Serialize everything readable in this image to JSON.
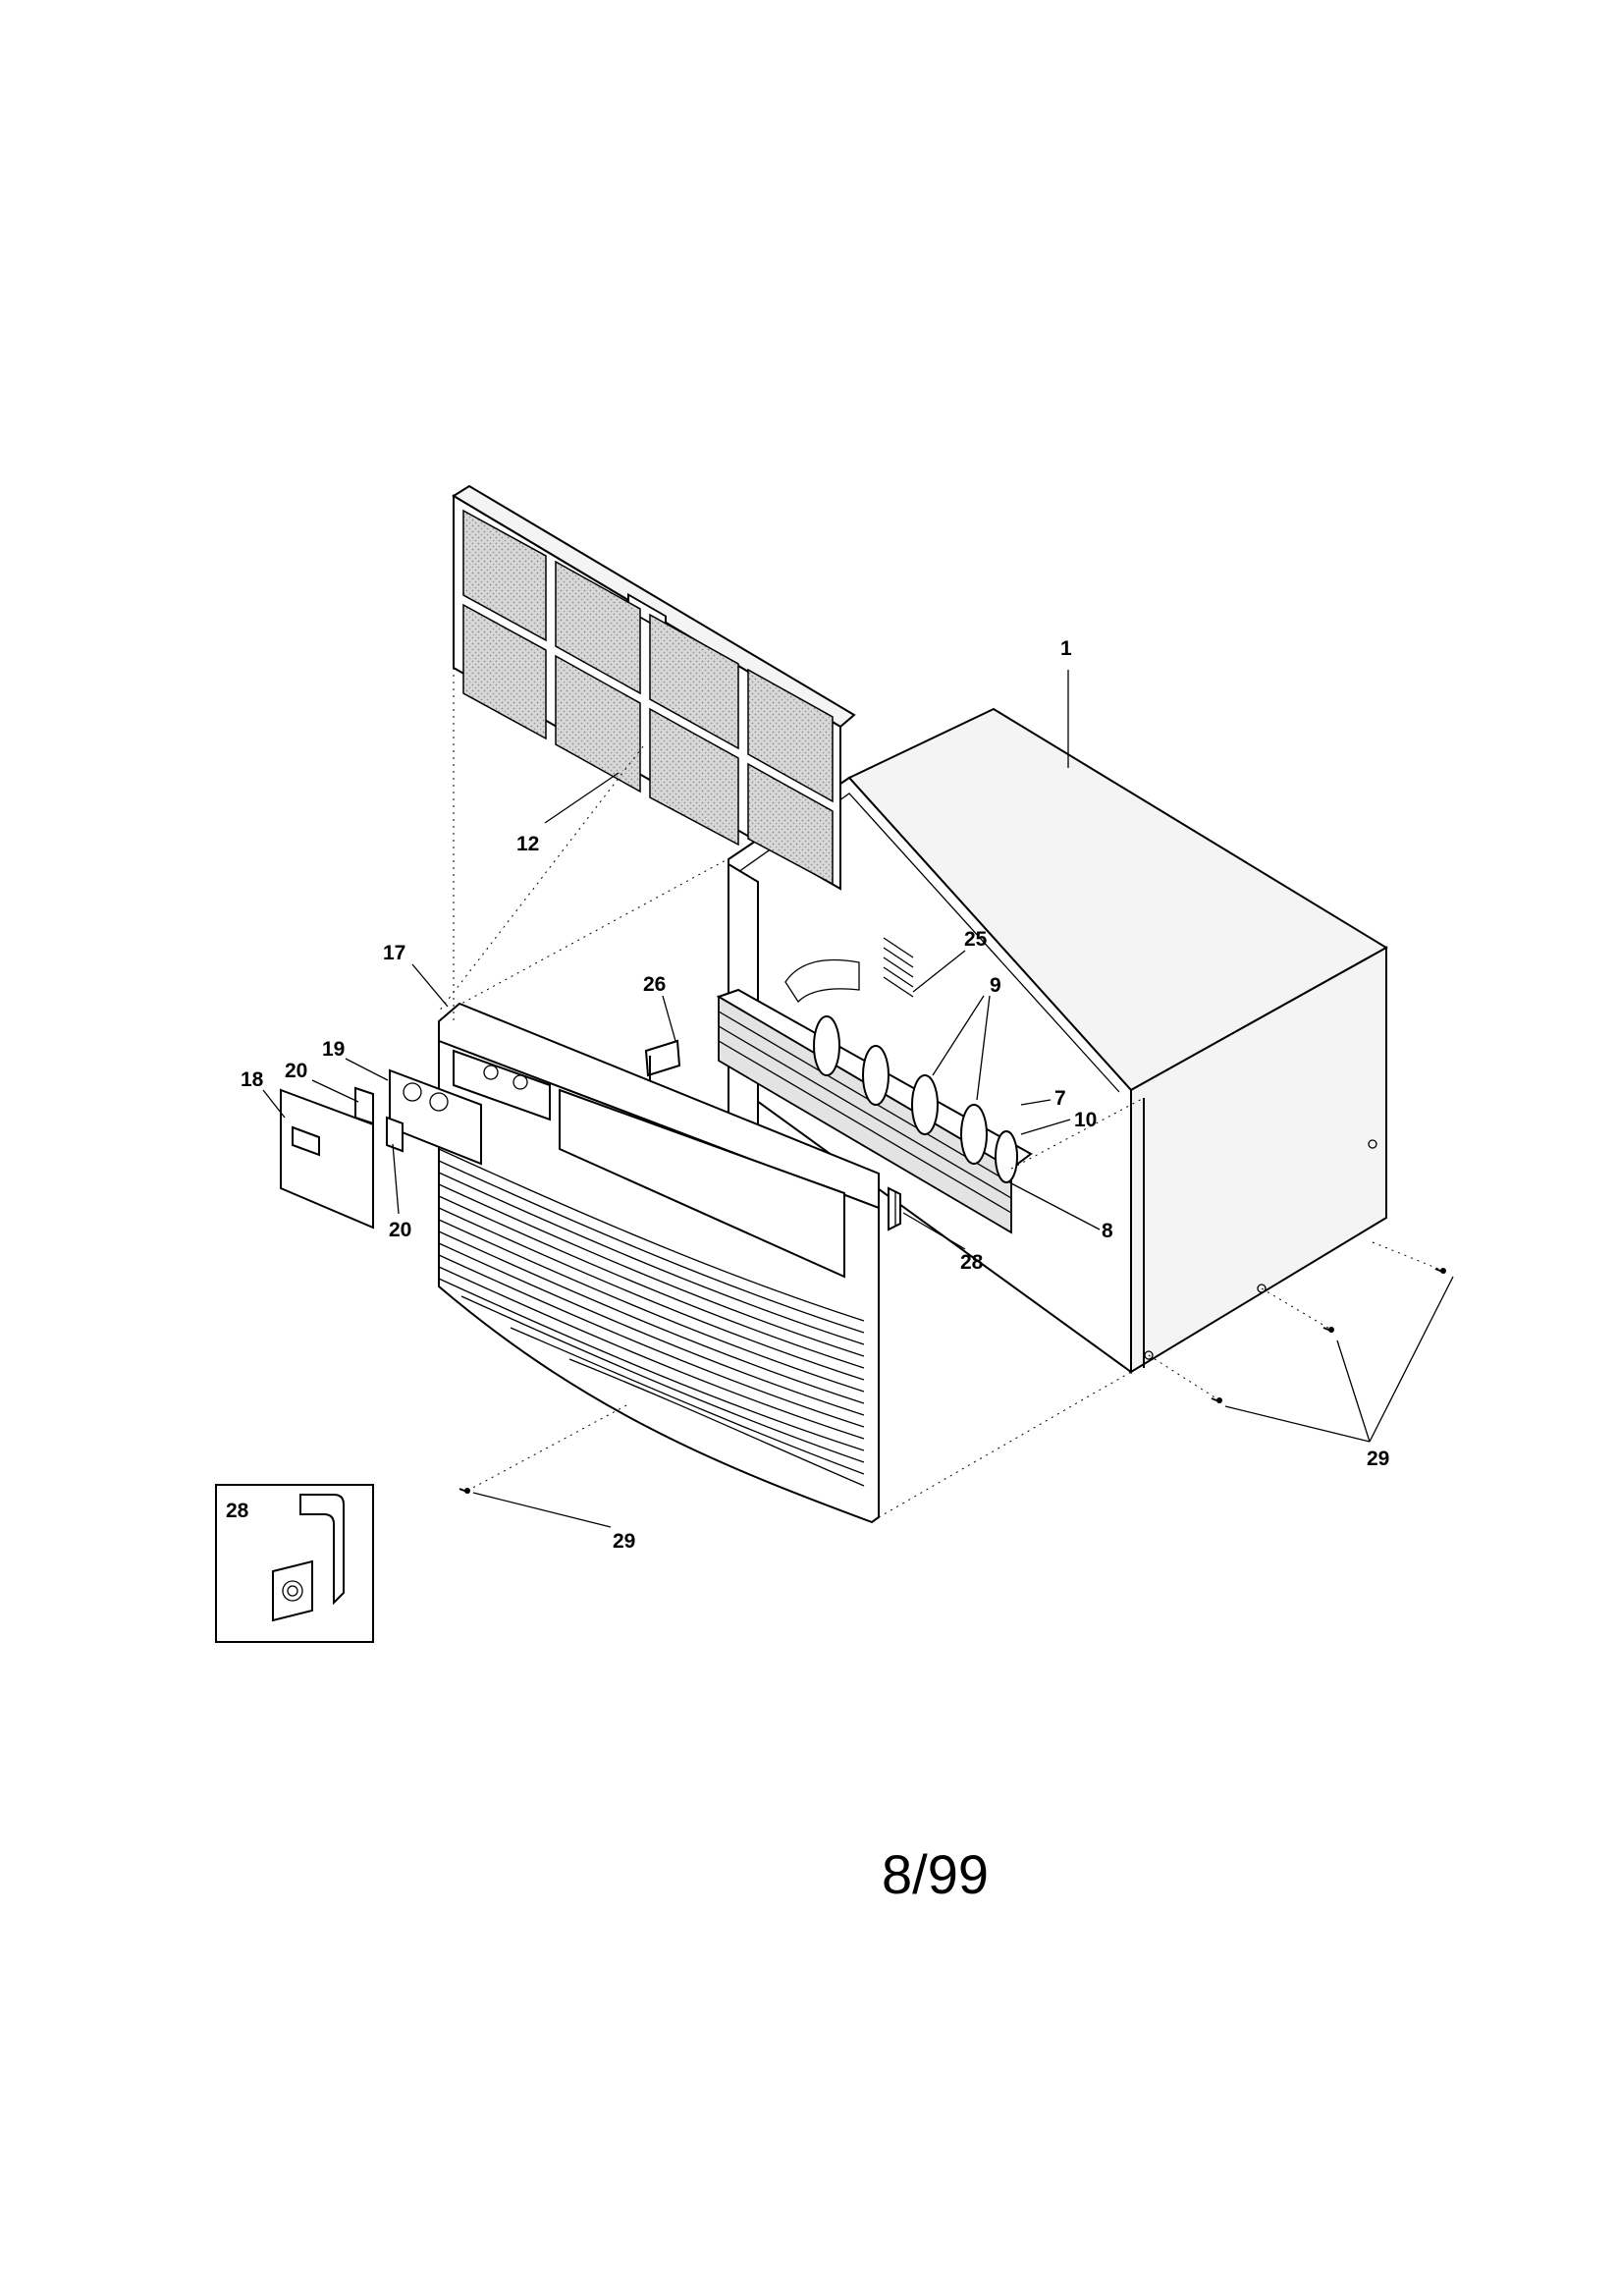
{
  "callouts": {
    "c1": "1",
    "c12": "12",
    "c25": "25",
    "c9": "9",
    "c26": "26",
    "c17": "17",
    "c7": "7",
    "c19": "19",
    "c18": "18",
    "c20a": "20",
    "c10": "10",
    "c20b": "20",
    "c8": "8",
    "c28": "28",
    "c29a": "29",
    "c29b": "29"
  },
  "detail_inset": {
    "label": "28"
  },
  "date_code": "8/99",
  "colors": {
    "ink": "#000000",
    "paper": "#ffffff",
    "filter_mesh": "#cfcfcf"
  }
}
